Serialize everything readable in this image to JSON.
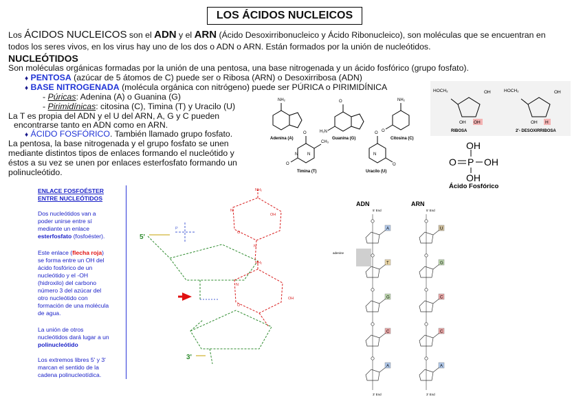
{
  "title": "LOS ÁCIDOS NUCLEICOS",
  "intro": {
    "line1_a": "Los ",
    "line1_b": "ÁCIDOS NUCLEICOS",
    "line1_c": " son el ",
    "line1_d": "ADN",
    "line1_e": " y el ",
    "line1_f": "ARN",
    "line1_g": " (Ácido Desoxirribonucleico y Ácido Ribonucleico), son moléculas que se encuentran en",
    "line2": "todos los seres vivos, en los virus hay uno de los dos o ADN o ARN. Están formados por la unión de nucleótidos."
  },
  "nucleotidos": {
    "heading": "NUCLEÓTIDOS",
    "def": "Son moléculas orgánicas formadas por la unión de una pentosa, una base nitrogenada y un ácido fosfórico (grupo fosfato).",
    "pentosa_label": "PENTOSA",
    "pentosa_text": " (azúcar de 5 átomos de C) puede ser o Ribosa (ARN) o Desoxirribosa (ADN)",
    "base_label": "BASE NITROGENADA",
    "base_text": " (molécula orgánica con nitrógeno) puede ser PÚRICA o PIRIMIDÍNICA",
    "puricas_label": "Púricas",
    "puricas_text": ": Adenina (A) o Guanina (G)",
    "pirim_label": "Pirimidínicas",
    "pirim_text": ": citosina (C), Timina (T) y Uracilo (U)",
    "tu_line1": "La T es propia del ADN y el U del ARN, A, G y C pueden",
    "tu_line2": "encontrarse tanto en ADN como en ARN.",
    "fosforico_label": "ÁCIDO FOSFÓRICO",
    "fosforico_text": ". También llamado grupo fosfato.",
    "union1": "La pentosa, la base nitrogenada y el grupo fosfato se unen",
    "union2": "mediante distintos tipos de enlaces formando el nucleótido y",
    "union3": "éstos a su vez se unen por enlaces esterfosfato formando un",
    "union4": "polinucleótido."
  },
  "bases": {
    "adenina": "Adenina (A)",
    "guanina": "Guanina (G)",
    "citosina": "Citosina (C)",
    "timina": "Timina (T)",
    "uracilo": "Uracilo (U)"
  },
  "sugars": {
    "ribosa": "RIBOSA",
    "desoxi": "2'- DESOXIRRIBOSA",
    "hoch2": "HOCH₂",
    "oh": "OH",
    "h": "H"
  },
  "phosphoric": {
    "label": "Ácido Fosfórico",
    "oh": "OH",
    "o": "O",
    "p": "P"
  },
  "enlace": {
    "title1": "ENLACE FOSFOÉSTER",
    "title2": "ENTRE NUCLEÓTIDOS",
    "p1": [
      "Dos nucleótidos van a",
      "poder unirse entre sí",
      "mediante un enlace"
    ],
    "p1_bold": "esterfosfato",
    "p1_end": " (fosfoéster).",
    "p2_a": "Este enlace (",
    "p2_red": "flecha roja",
    "p2_b": ")",
    "p2": [
      "se forma entre un OH del",
      "ácido fosfórico de un",
      "nucleótido y el -OH",
      "(hidroxilo) del carbono",
      "número 3 del azúcar del",
      "otro nucleótido con",
      "formación de una molécula",
      "de agua."
    ],
    "p3": [
      "La unión de otros",
      "nucleótidos dará lugar a un"
    ],
    "p3_bold": "polinucleótido",
    "p4": [
      "Los extremos libres 5' y 3'",
      "marcan el sentido de la",
      "cadena polinucleotídica."
    ]
  },
  "diagram": {
    "five": "5'",
    "three": "3'",
    "nh2": "NH₂",
    "n": "N",
    "o": "O",
    "p": "P",
    "oh": "OH"
  },
  "chains": {
    "adn": "ADN",
    "arn": "ARN",
    "end5": "5' End",
    "end3": "3' End",
    "adn_bases": [
      "A",
      "T",
      "G",
      "C",
      "A"
    ],
    "arn_bases": [
      "U",
      "G",
      "C",
      "C",
      "A"
    ],
    "adenine_label": "adenine",
    "colors": {
      "A": "#6f9ad8",
      "T": "#d6b25a",
      "G": "#86b86a",
      "C": "#d85a5a",
      "U": "#a88a4a"
    }
  }
}
